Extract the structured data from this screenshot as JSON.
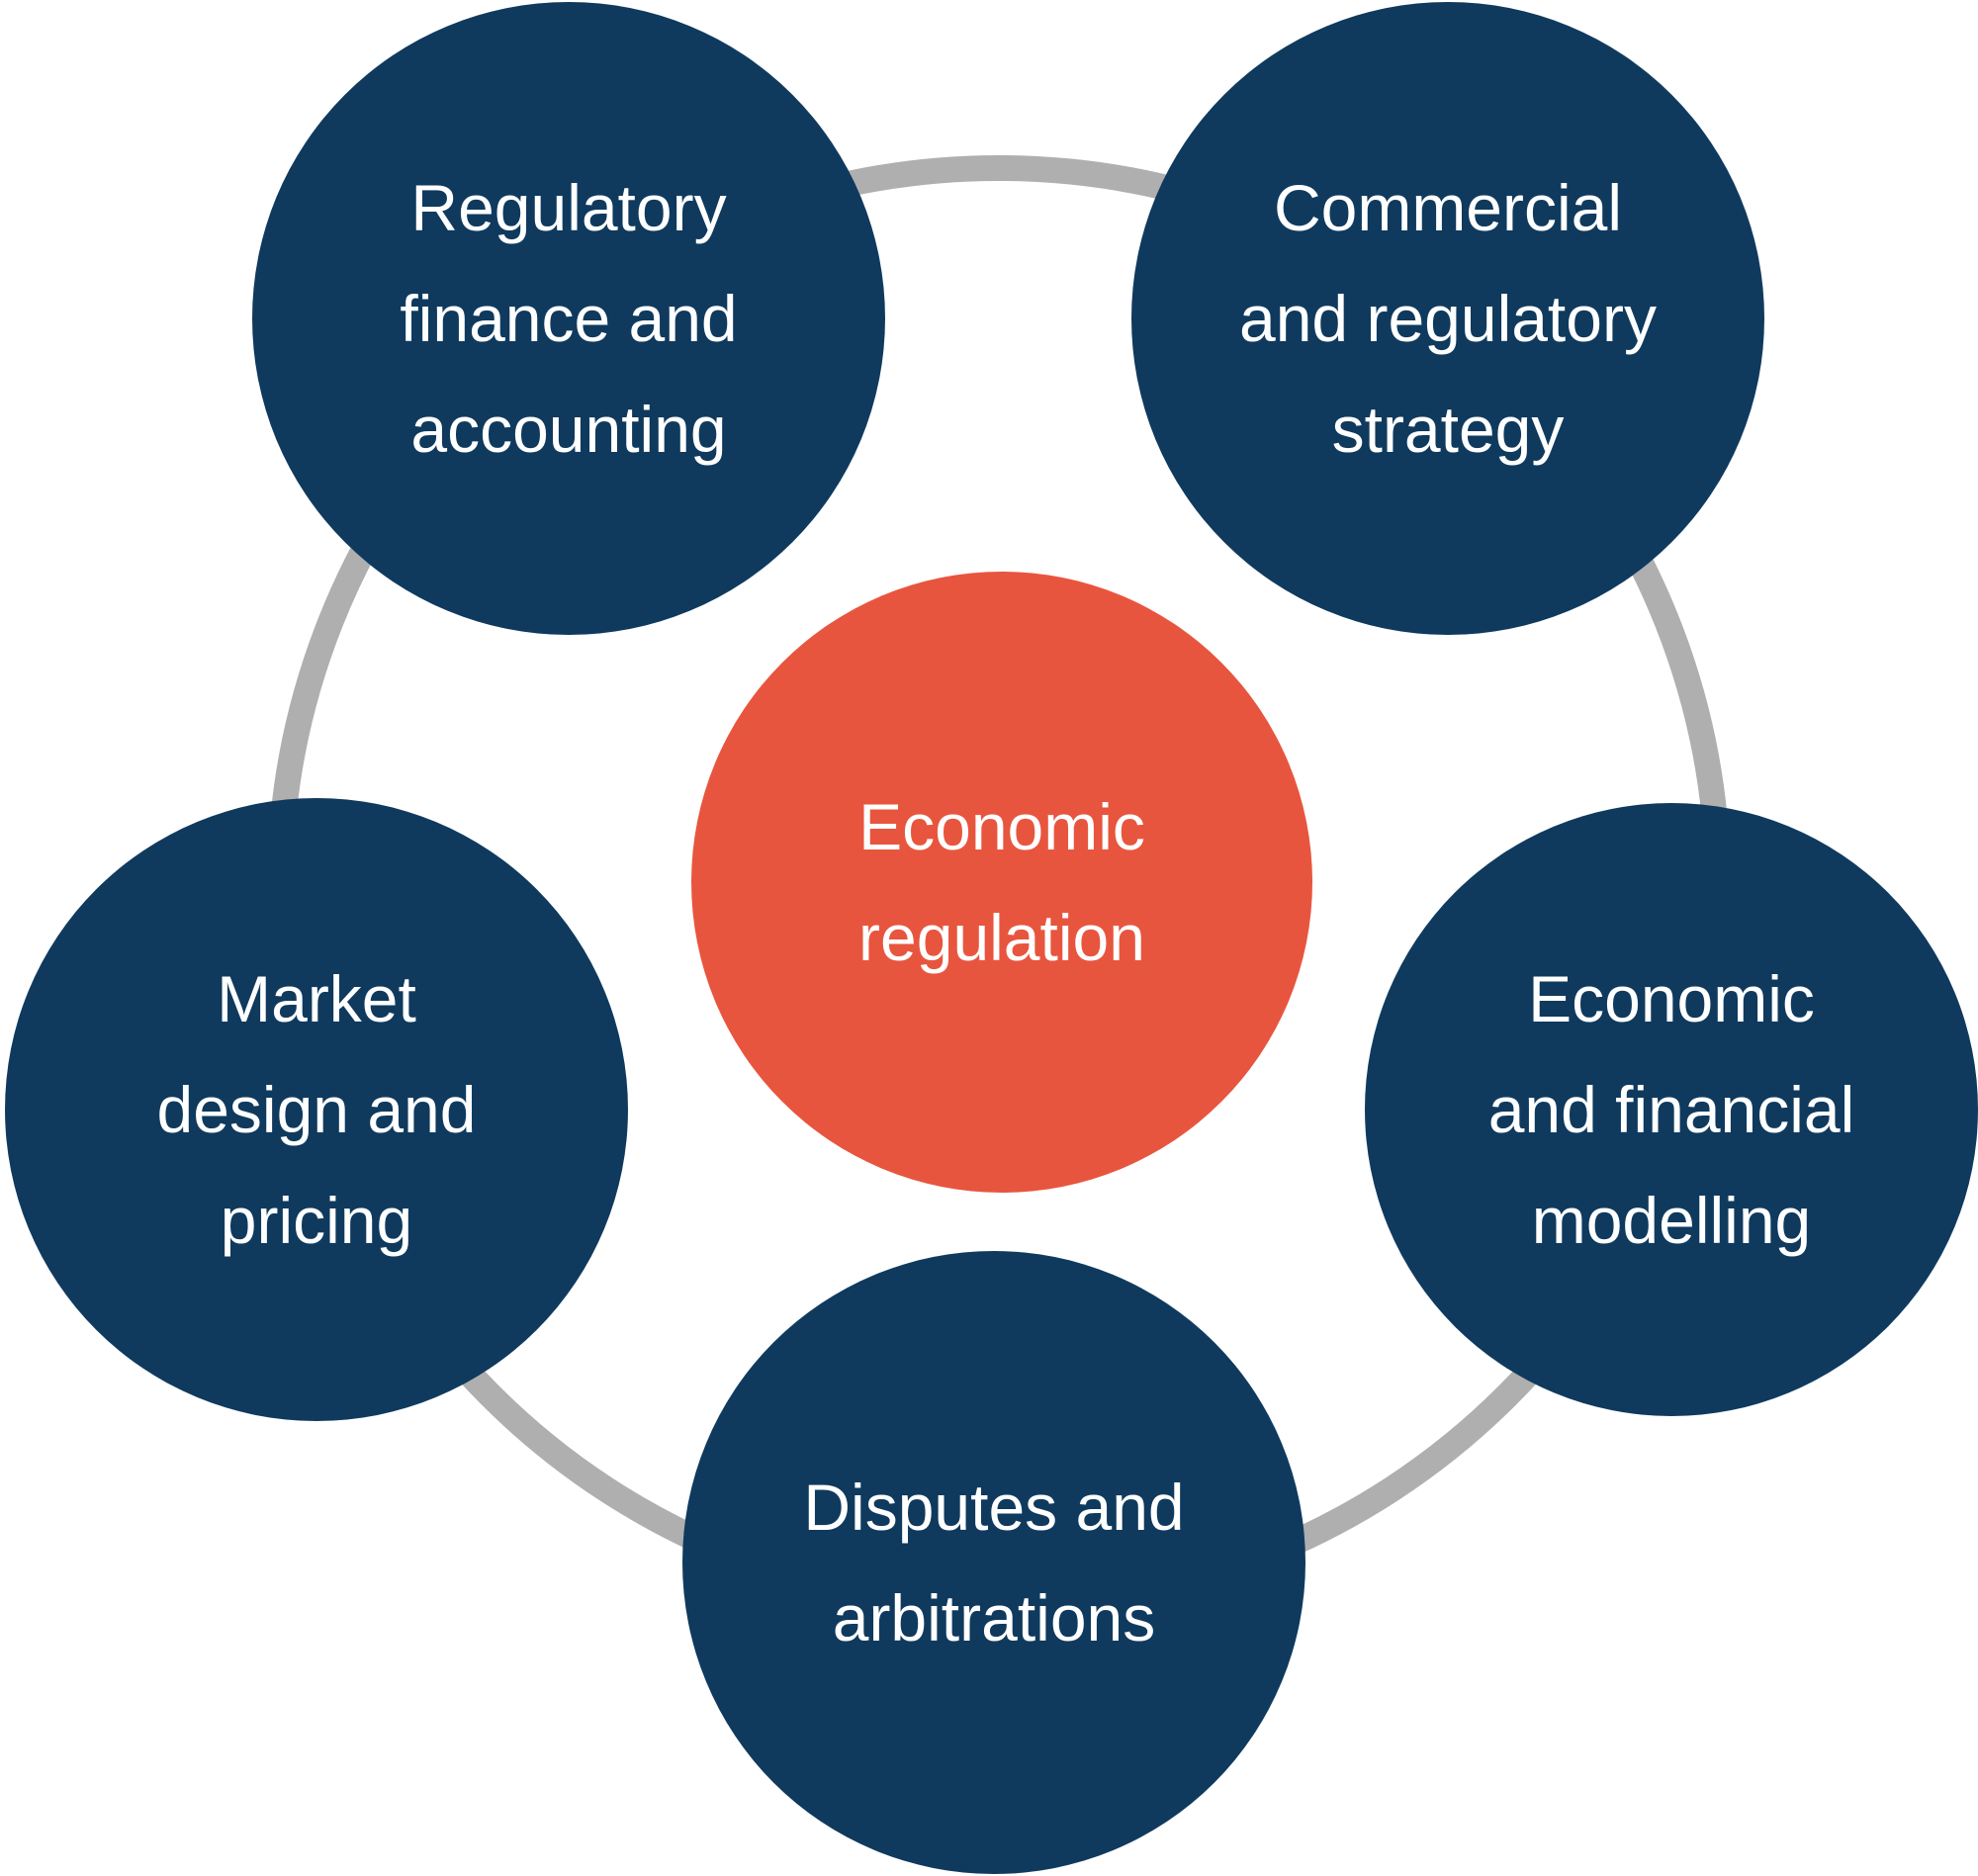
{
  "diagram": {
    "title_hint": "Economic regulation services wheel",
    "colors": {
      "node": "#0f3a5e",
      "center": "#e8553e",
      "ring": "#afafaf",
      "text": "#ffffff",
      "background": "#ffffff"
    },
    "center_node": {
      "label": "Economic regulation",
      "lines": [
        "Economic",
        "regulation"
      ]
    },
    "nodes": [
      {
        "id": "regulatory-finance-accounting",
        "label": "Regulatory finance and accounting",
        "lines": [
          "Regulatory",
          "finance and",
          "accounting"
        ]
      },
      {
        "id": "commercial-regulatory-strategy",
        "label": "Commercial and regulatory strategy",
        "lines": [
          "Commercial",
          "and regulatory",
          "strategy"
        ]
      },
      {
        "id": "economic-financial-modelling",
        "label": "Economic and financial modelling",
        "lines": [
          "Economic",
          "and financial",
          "modelling"
        ]
      },
      {
        "id": "disputes-arbitrations",
        "label": "Disputes and arbitrations",
        "lines": [
          "Disputes and",
          "arbitrations"
        ]
      },
      {
        "id": "market-design-pricing",
        "label": "Market design and pricing",
        "lines": [
          "Market",
          "design and",
          "pricing"
        ]
      }
    ]
  }
}
